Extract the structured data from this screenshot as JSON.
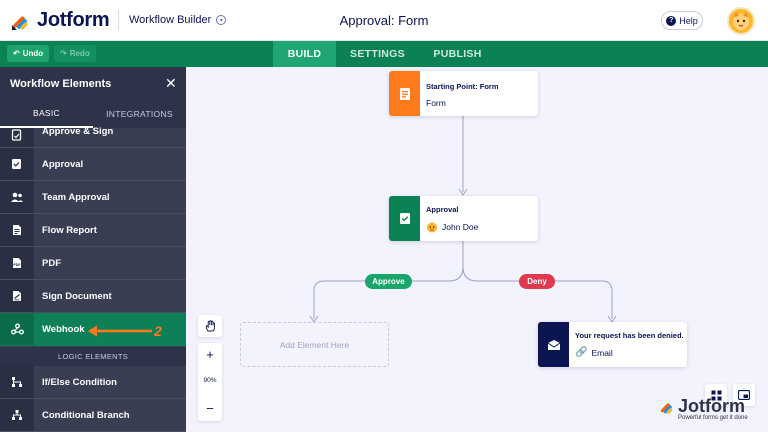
{
  "header": {
    "brand": "Jotform",
    "workflow_builder": "Workflow Builder",
    "title": "Approval: Form",
    "help": "Help"
  },
  "toolbar": {
    "undo": "Undo",
    "redo": "Redo",
    "tabs": [
      {
        "label": "BUILD",
        "active": true
      },
      {
        "label": "SETTINGS",
        "active": false
      },
      {
        "label": "PUBLISH",
        "active": false
      }
    ]
  },
  "sidebar": {
    "title": "Workflow Elements",
    "tabs": [
      {
        "label": "BASIC",
        "active": true
      },
      {
        "label": "INTEGRATIONS",
        "active": false
      }
    ],
    "items": [
      {
        "label": "Approve & Sign",
        "icon": "approve-sign-icon"
      },
      {
        "label": "Approval",
        "icon": "approval-icon"
      },
      {
        "label": "Team Approval",
        "icon": "team-icon"
      },
      {
        "label": "Flow Report",
        "icon": "report-icon"
      },
      {
        "label": "PDF",
        "icon": "pdf-icon"
      },
      {
        "label": "Sign Document",
        "icon": "sign-document-icon"
      },
      {
        "label": "Webhook",
        "icon": "webhook-icon",
        "highlighted": true
      }
    ],
    "section_logic": "LOGIC ELEMENTS",
    "logic_items": [
      {
        "label": "If/Else Condition",
        "icon": "if-else-icon"
      },
      {
        "label": "Conditional Branch",
        "icon": "branch-icon"
      }
    ],
    "callout_number": "2"
  },
  "canvas": {
    "start_node": {
      "title": "Starting Point: Form",
      "sub": "Form",
      "color": "#ff7a1a"
    },
    "approval_node": {
      "title": "Approval",
      "sub": "John Doe",
      "color": "#0c8254"
    },
    "approve_label": "Approve",
    "deny_label": "Deny",
    "add_element": "Add Element Here",
    "denied_node": {
      "title": "Your request has been denied.",
      "sub": "Email",
      "color": "#0a1551"
    },
    "zoom": "90%",
    "zoom_in": "+",
    "zoom_out": "−"
  },
  "watermark": {
    "brand": "Jotform",
    "tagline": "Powerful forms get it done"
  },
  "colors": {
    "green": "#0c8254",
    "accent_green": "#1fa672",
    "orange": "#ff7a1a",
    "navy": "#0a1551",
    "deny_red": "#e0384d",
    "approve_green": "#18a66b"
  }
}
